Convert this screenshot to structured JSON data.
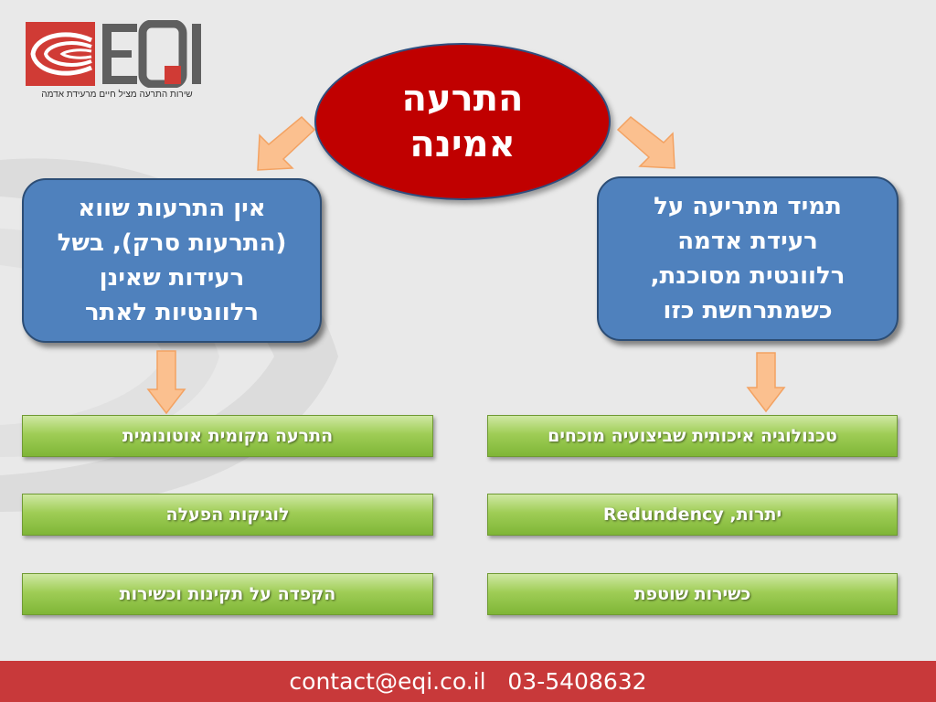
{
  "logo": {
    "brand": "EQI",
    "tagline": "שירות התרעה מציל חיים מרעידת אדמה"
  },
  "center": {
    "lines": [
      "התרעה",
      "אמינה"
    ]
  },
  "left_box": {
    "lines": [
      "אין התרעות שווא",
      "(התרעות סרק), בשל",
      "רעידות שאינן",
      "רלוונטיות לאתר"
    ]
  },
  "right_box": {
    "lines": [
      "תמיד מתריעה על",
      "רעידת אדמה",
      "רלוונטית מסוכנת,",
      "כשמתרחשת כזו"
    ]
  },
  "left_bars": [
    "התרעה מקומית אוטונומית",
    "לוגיקות הפעלה",
    "הקפדה על תקינות וכשירות"
  ],
  "right_bars": [
    "טכנולוגיה איכותית שביצועיה מוכחים",
    "יתרות,  Redundency",
    "כשירות שוטפת"
  ],
  "footer": {
    "email": "contact@eqi.co.il",
    "phone": "03-5408632"
  },
  "colors": {
    "background": "#e9e9e9",
    "ellipse": "#c00000",
    "blue_box": "#4f81bd",
    "green_bar": "#9fcd56",
    "arrow": "#fbc08f",
    "footer": "#c8393a",
    "logo_red": "#d03b35",
    "logo_gray": "#5f5f5f"
  }
}
